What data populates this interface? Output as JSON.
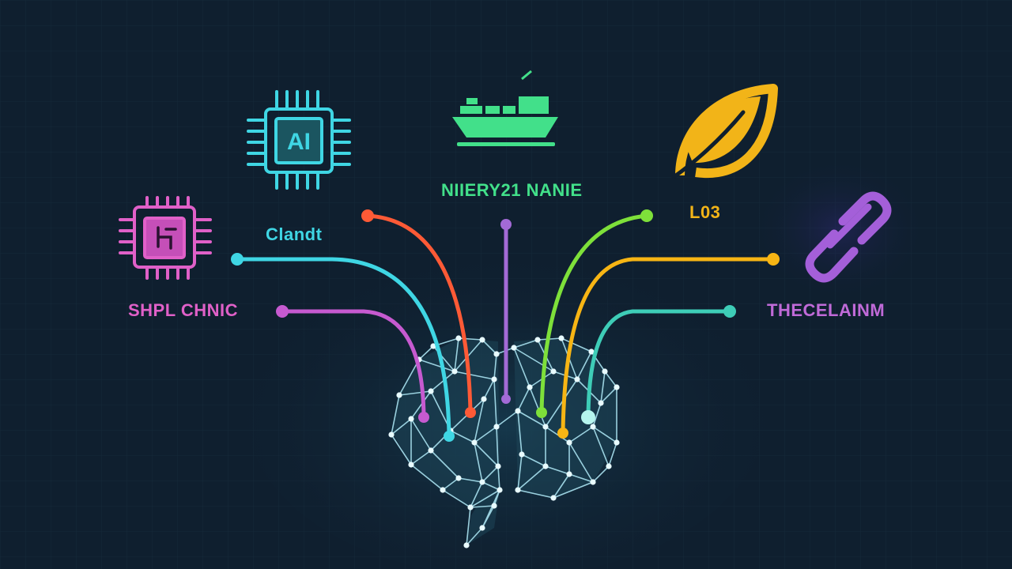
{
  "labels": {
    "special": "SHPL CHNIC",
    "cloud": "Clandt",
    "network": "NIIERY21 NANIE",
    "eco": "L03",
    "translation": "THECELAINM"
  },
  "chips": {
    "main_chip_text": "AI"
  },
  "colors": {
    "background": "#0f1f2f",
    "magenta": "#e060c8",
    "cyan": "#3fd6e4",
    "red": "#ff5a36",
    "violet": "#a36ad6",
    "green": "#7ee03a",
    "orange": "#f7b514",
    "teal": "#3ecdb7",
    "ship_green": "#42e08a",
    "leaf_gold": "#f2b418",
    "link_purple": "#a45fd9",
    "brain_line": "#a9e2f0"
  },
  "icons": [
    "cpu-chip-icon",
    "ai-chip-icon",
    "cargo-ship-icon",
    "leaf-icon",
    "chain-link-icon",
    "polygon-brain-icon"
  ]
}
